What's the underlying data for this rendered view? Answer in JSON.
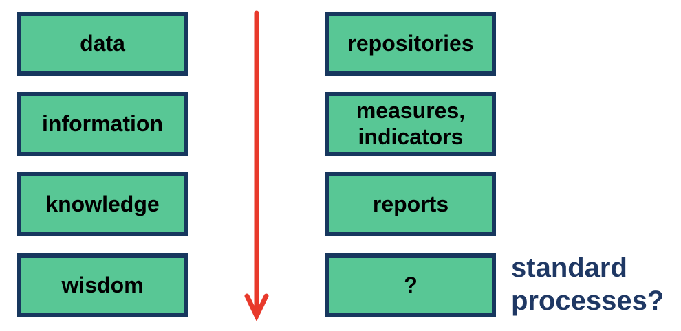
{
  "diagram": {
    "left_column": {
      "boxes": [
        {
          "label": "data"
        },
        {
          "label": "information"
        },
        {
          "label": "knowledge"
        },
        {
          "label": "wisdom"
        }
      ]
    },
    "right_column": {
      "boxes": [
        {
          "label": "repositories"
        },
        {
          "label": "measures, indicators"
        },
        {
          "label": "reports"
        },
        {
          "label": "?"
        }
      ]
    },
    "arrow": {
      "direction": "down",
      "color": "#e8392b"
    },
    "annotation": {
      "line1": "standard",
      "line2": "processes?",
      "color": "#1f3864"
    }
  },
  "colors": {
    "box_fill": "#58c795",
    "box_border": "#17375e",
    "box_text": "#000000",
    "arrow_color": "#e8392b",
    "annotation_color": "#1f3864",
    "background": "#ffffff"
  }
}
